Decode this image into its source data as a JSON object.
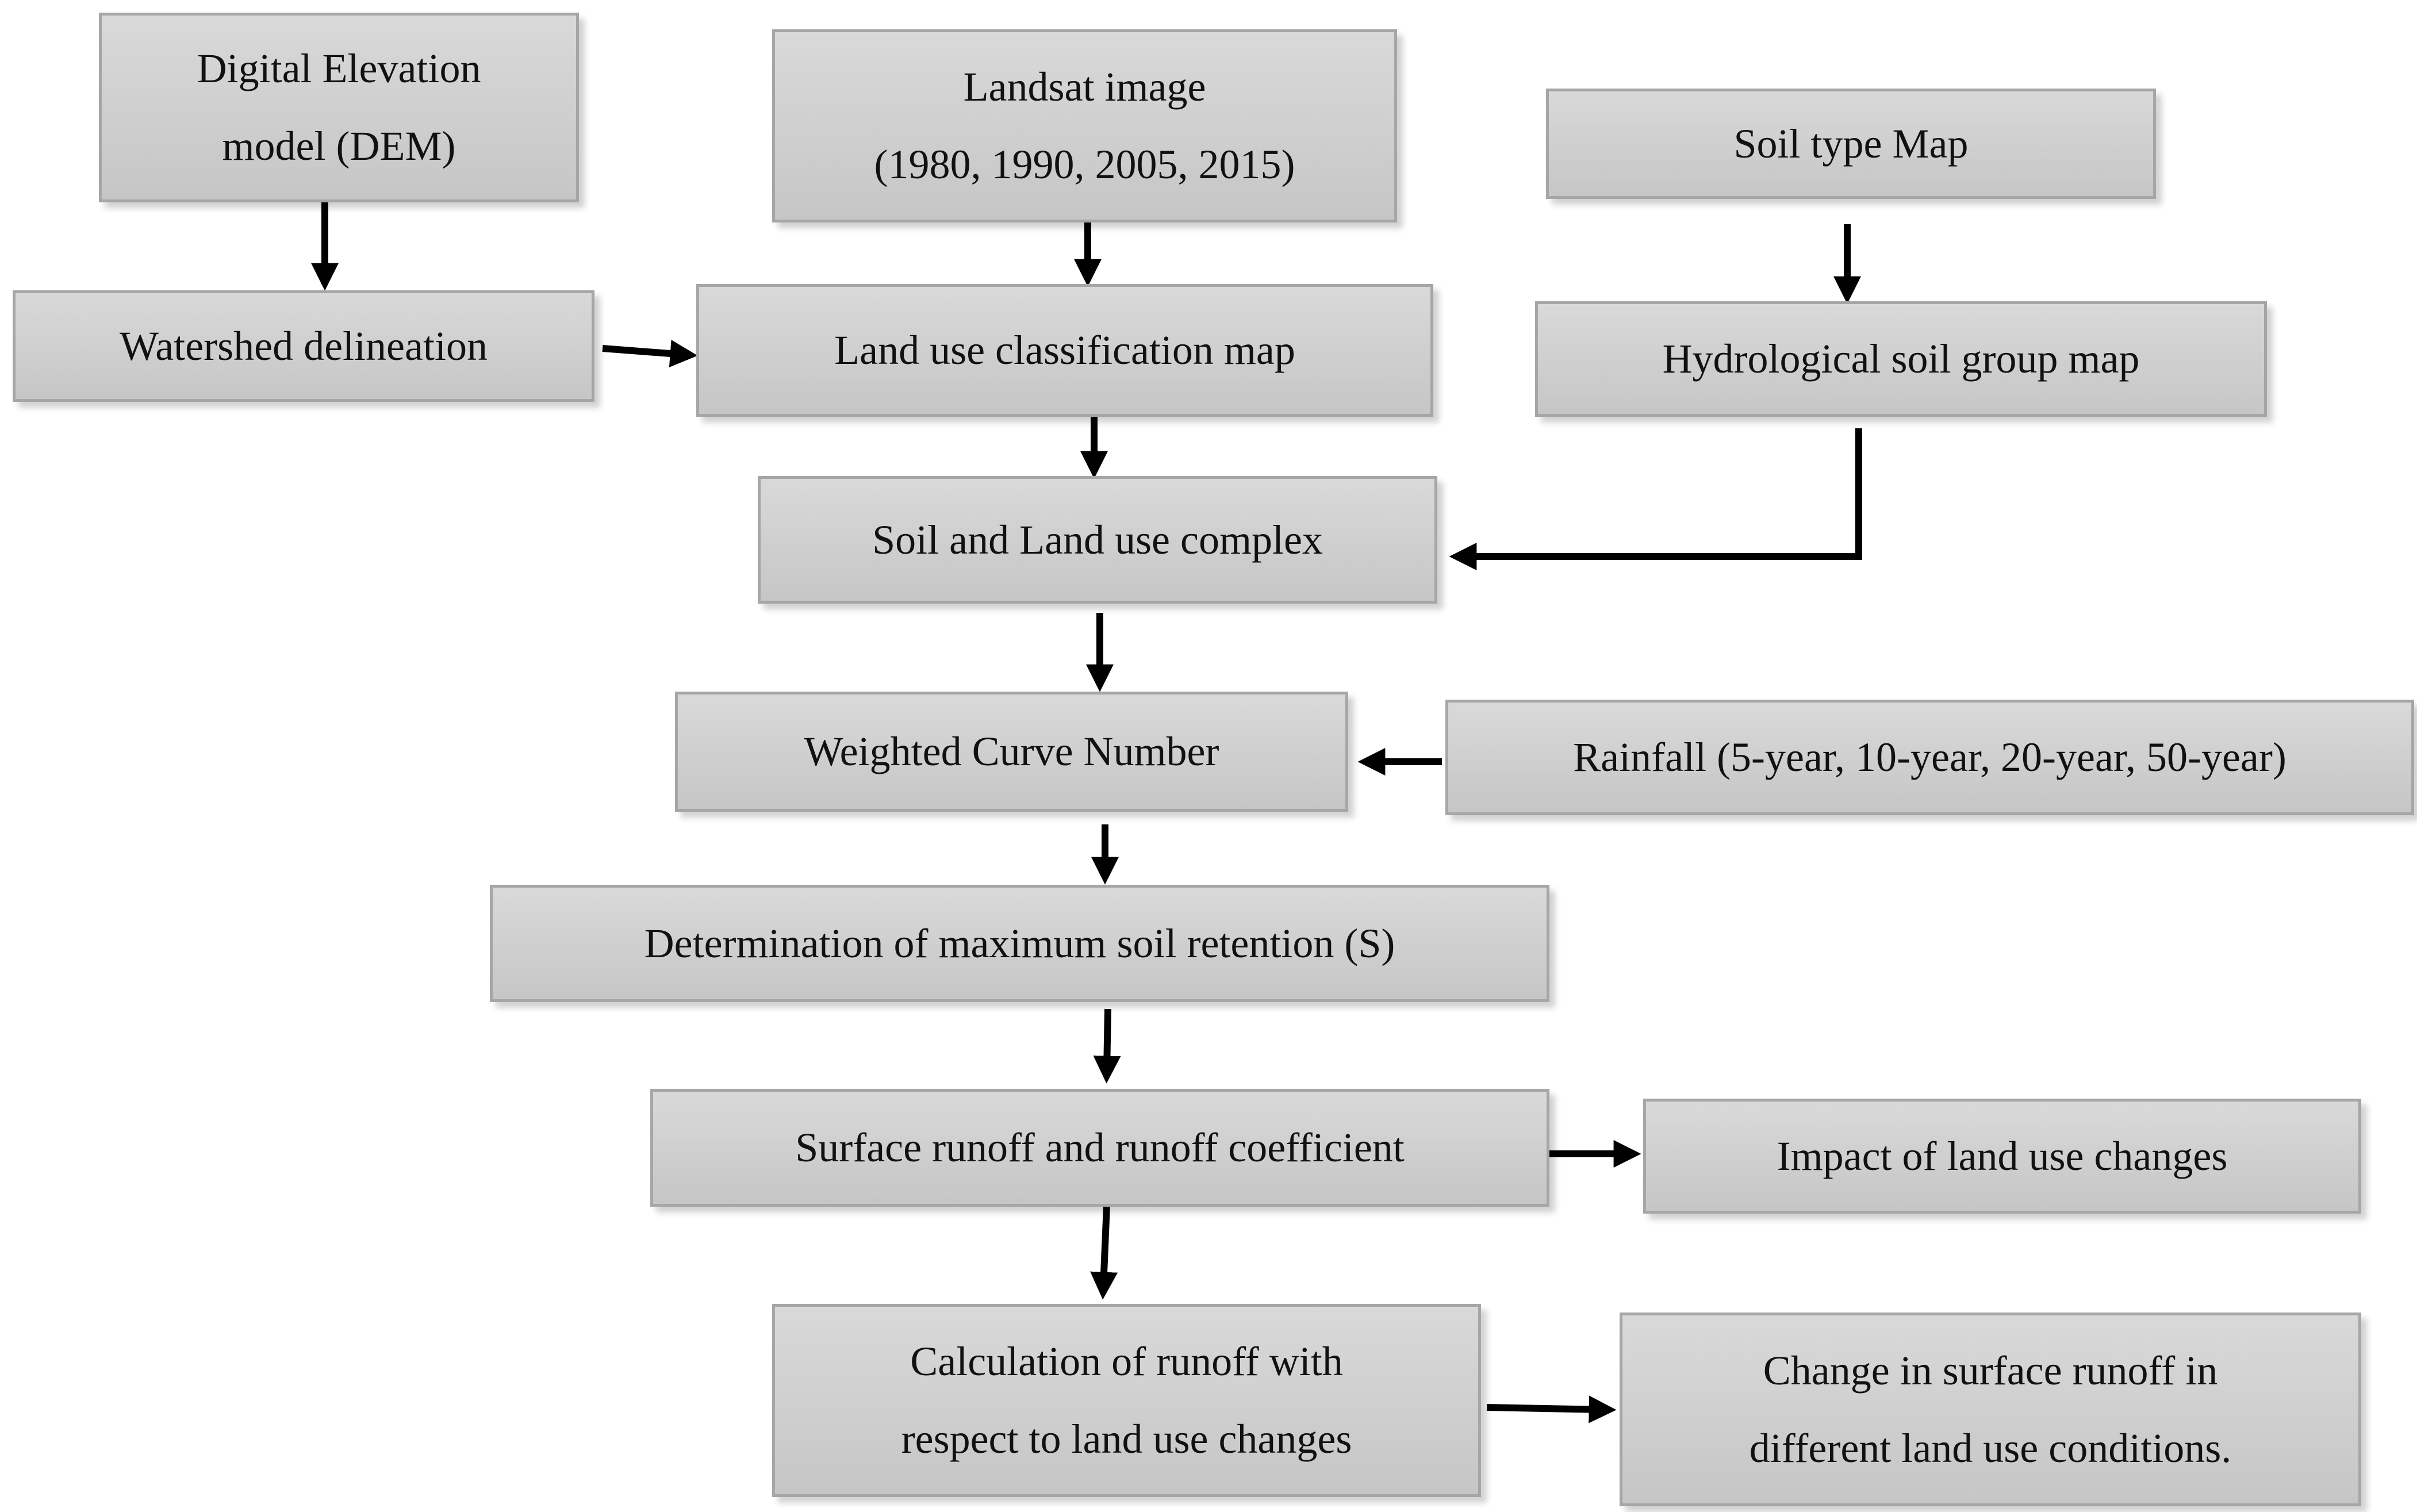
{
  "diagram": {
    "nodes": {
      "dem": "Digital Elevation\nmodel (DEM)",
      "landsat": "Landsat image\n(1980, 1990, 2005, 2015)",
      "soil_type": "Soil type Map",
      "watershed": "Watershed delineation",
      "land_use_map": "Land use classification map",
      "hydro_soil": "Hydrological soil group map",
      "soil_land_complex": "Soil and Land use complex",
      "weighted_cn": "Weighted Curve Number",
      "rainfall": "Rainfall (5-year, 10-year, 20-year, 50-year)",
      "max_retention": "Determination of maximum soil retention (S)",
      "surface_runoff": "Surface runoff and runoff coefficient",
      "impact": "Impact of land use changes",
      "calc_runoff": "Calculation of runoff with\nrespect to land use changes",
      "change_runoff": "Change in surface runoff in\ndifferent land use conditions."
    },
    "edges": [
      [
        "dem",
        "watershed"
      ],
      [
        "landsat",
        "land_use_map"
      ],
      [
        "soil_type",
        "hydro_soil"
      ],
      [
        "watershed",
        "land_use_map"
      ],
      [
        "land_use_map",
        "soil_land_complex"
      ],
      [
        "hydro_soil",
        "soil_land_complex"
      ],
      [
        "soil_land_complex",
        "weighted_cn"
      ],
      [
        "rainfall",
        "weighted_cn"
      ],
      [
        "weighted_cn",
        "max_retention"
      ],
      [
        "max_retention",
        "surface_runoff"
      ],
      [
        "surface_runoff",
        "impact"
      ],
      [
        "surface_runoff",
        "calc_runoff"
      ],
      [
        "calc_runoff",
        "change_runoff"
      ]
    ],
    "colors": {
      "box_fill_top": "#d9d9d9",
      "box_fill_bottom": "#c6c6c6",
      "box_border": "#a6a6a6",
      "arrow": "#000000"
    }
  }
}
